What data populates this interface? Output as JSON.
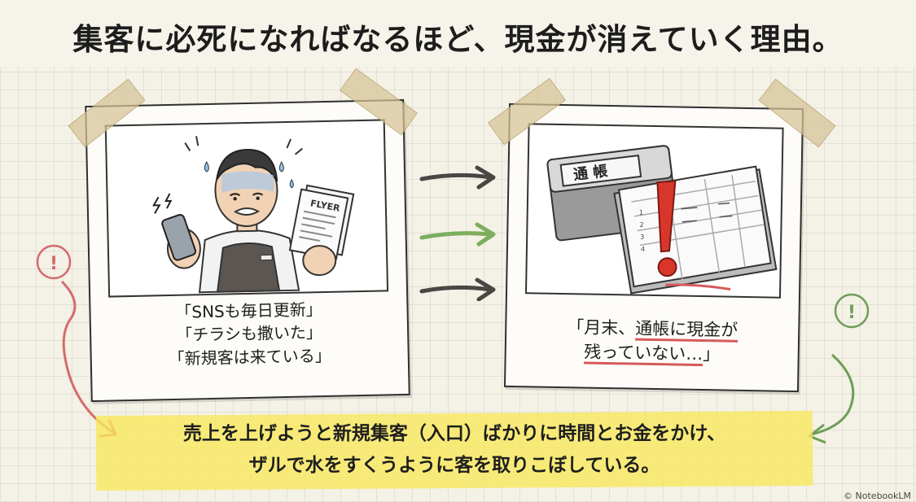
{
  "title": "集客に必死になればなるほど、現金が消えていく理由。",
  "left_card": {
    "flyer_label": "FLYER",
    "caption_lines": [
      "「SNSも毎日更新」",
      "「チラシも撒いた」",
      "「新規客は来ている」"
    ]
  },
  "right_card": {
    "passbook_label": "通 帳",
    "ledger_row_numbers": [
      "1",
      "2",
      "3",
      "4"
    ],
    "caption_line1_pre": "「月末、",
    "caption_line1_underlined": "通帳に現金が",
    "caption_line2_underlined": "残っていない…",
    "caption_line2_post": "」"
  },
  "side_marks": {
    "left_symbol": "!",
    "right_symbol": "!"
  },
  "banner": {
    "line1": "売上を上げようと新規集客（入口）ばかりに時間とお金をかけ、",
    "line2": "ザルで水をすくうように客を取りこぼしている。"
  },
  "credit": "© NotebookLM",
  "colors": {
    "background": "#f4f1e6",
    "arrow_dark": "#4a4644",
    "arrow_green": "#7cae5e",
    "alert_red": "#d9362b",
    "highlight_yellow": "#f7e85c",
    "side_red": "#d46b6b",
    "side_green": "#6e9e56"
  }
}
